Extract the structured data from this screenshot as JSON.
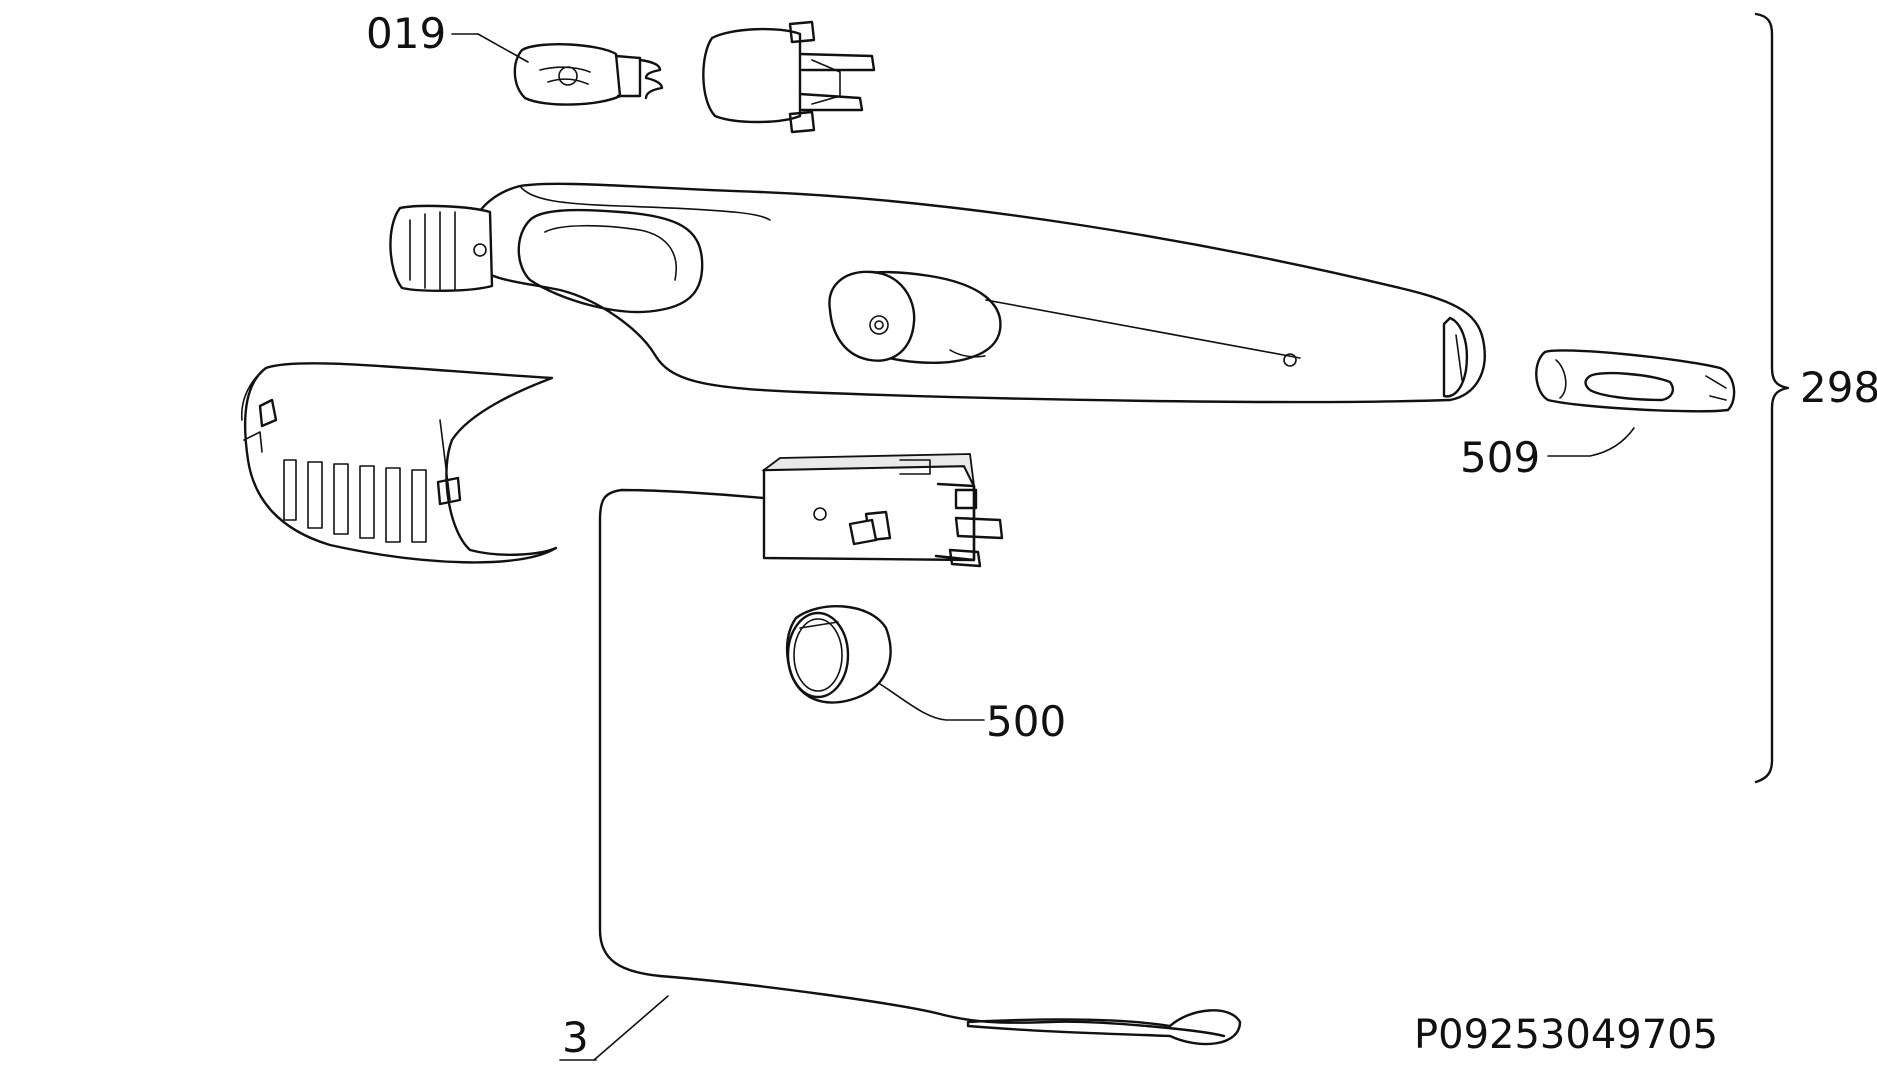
{
  "labels": {
    "lamp": "019",
    "assembly": "298",
    "lamp_cover": "509",
    "knob": "500",
    "sensor_capillary": "3"
  },
  "drawing_code": "P09253049705"
}
